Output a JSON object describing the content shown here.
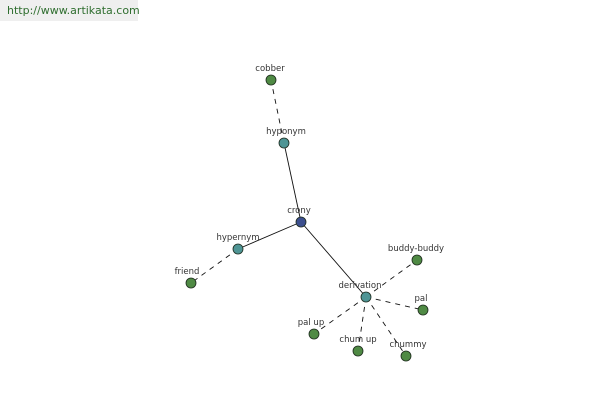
{
  "header": {
    "source_url": "http://www.artikata.com"
  },
  "colors": {
    "root_node": "#3c4f8e",
    "relation_node": "#4f9595",
    "leaf_node": "#4f8a44",
    "edge": "#111111",
    "node_stroke": "#1d2a1d",
    "source_link": "#2f6e2f"
  },
  "graph": {
    "root": {
      "id": "crony",
      "label": "crony"
    },
    "relations": [
      {
        "id": "hyponym",
        "label": "hyponym",
        "words": [
          {
            "id": "cobber",
            "label": "cobber"
          }
        ]
      },
      {
        "id": "hypernym",
        "label": "hypernym",
        "words": [
          {
            "id": "friend",
            "label": "friend"
          }
        ]
      },
      {
        "id": "derivation",
        "label": "derivation",
        "words": [
          {
            "id": "buddy-buddy",
            "label": "buddy-buddy"
          },
          {
            "id": "pal",
            "label": "pal"
          },
          {
            "id": "chummy",
            "label": "chummy"
          },
          {
            "id": "chum-up",
            "label": "chum up"
          },
          {
            "id": "pal-up",
            "label": "pal up"
          }
        ]
      }
    ]
  }
}
